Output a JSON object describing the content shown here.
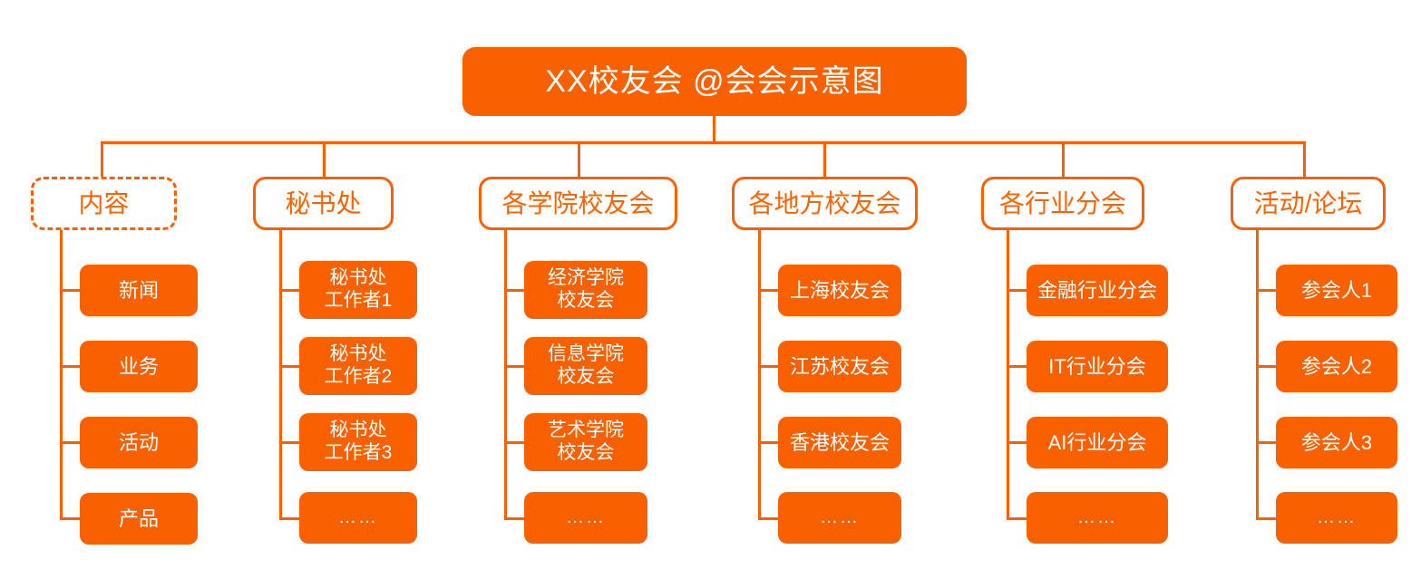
{
  "diagram": {
    "type": "organization-tree",
    "title": "XX校友会 @会会示意图",
    "colors": {
      "accent": "#F96000",
      "node_fill": "#F96000",
      "node_text_on_fill": "#FFFFFF",
      "outline_text": "#FA6400",
      "background": "#FFFFFF"
    },
    "root": {
      "label": "XX校友会 @会会示意图",
      "style": "filled"
    },
    "branches": [
      {
        "label": "内容",
        "style": "outlined-dashed",
        "children": [
          {
            "label": "新闻"
          },
          {
            "label": "业务"
          },
          {
            "label": "活动"
          },
          {
            "label": "产品"
          }
        ]
      },
      {
        "label": "秘书处",
        "style": "outlined-solid",
        "children": [
          {
            "label": "秘书处\n工作者1"
          },
          {
            "label": "秘书处\n工作者2"
          },
          {
            "label": "秘书处\n工作者3"
          },
          {
            "label": "……"
          }
        ]
      },
      {
        "label": "各学院校友会",
        "style": "outlined-solid",
        "children": [
          {
            "label": "经济学院\n校友会"
          },
          {
            "label": "信息学院\n校友会"
          },
          {
            "label": "艺术学院\n校友会"
          },
          {
            "label": "……"
          }
        ]
      },
      {
        "label": "各地方校友会",
        "style": "outlined-solid",
        "children": [
          {
            "label": "上海校友会"
          },
          {
            "label": "江苏校友会"
          },
          {
            "label": "香港校友会"
          },
          {
            "label": "……"
          }
        ]
      },
      {
        "label": "各行业分会",
        "style": "outlined-solid",
        "children": [
          {
            "label": "金融行业分会"
          },
          {
            "label": "IT行业分会"
          },
          {
            "label": "AI行业分会"
          },
          {
            "label": "……"
          }
        ]
      },
      {
        "label": "活动/论坛",
        "style": "outlined-solid",
        "children": [
          {
            "label": "参会人1"
          },
          {
            "label": "参会人2"
          },
          {
            "label": "参会人3"
          },
          {
            "label": "……"
          }
        ]
      }
    ]
  }
}
